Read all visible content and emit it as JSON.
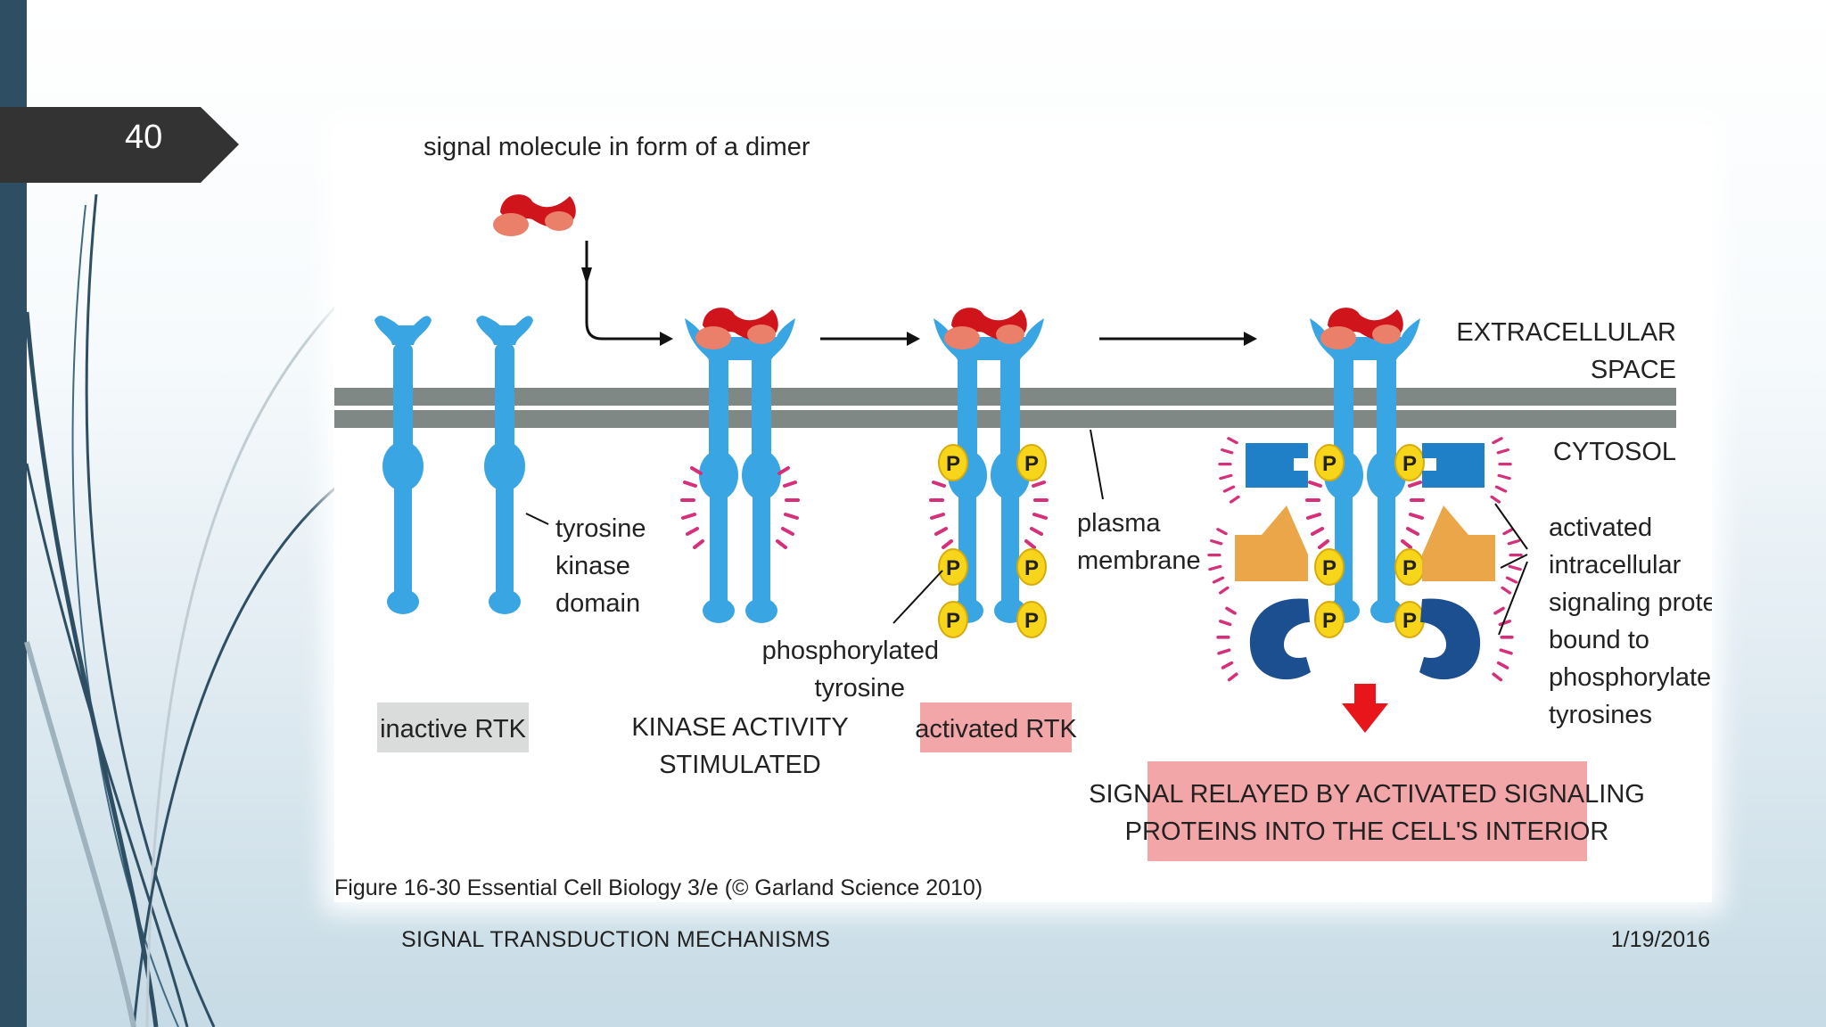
{
  "slide": {
    "number": "40",
    "footer_title": "SIGNAL TRANSDUCTION MECHANISMS",
    "footer_date": "1/19/2016"
  },
  "colors": {
    "left_bar": "#2e4f63",
    "tab": "#333333",
    "receptor": "#3aa5e3",
    "membrane": "#808885",
    "signal_dark": "#d0141b",
    "signal_light": "#ea7f6a",
    "phosphate": "#f7d51a",
    "label_gray": "#d9dcda",
    "label_pink": "#f3a6a8",
    "arrow_red": "#e8161a",
    "protein_blue": "#1f7fc7",
    "protein_orange": "#eba649",
    "protein_navy": "#1c4f8f",
    "dashes": "#d6307a"
  },
  "figure": {
    "signal_label": "signal molecule in form of a dimer",
    "extracellular_1": "EXTRACELLULAR",
    "extracellular_2": "SPACE",
    "cytosol": "CYTOSOL",
    "tyrosine_1": "tyrosine",
    "tyrosine_2": "kinase",
    "tyrosine_3": "domain",
    "plasma_1": "plasma",
    "plasma_2": "membrane",
    "phospho_1": "phosphorylated",
    "phospho_2": "tyrosine",
    "inactive_rtk": "inactive RTK",
    "kinase_1": "KINASE ACTIVITY",
    "kinase_2": "STIMULATED",
    "activated_rtk": "activated RTK",
    "proteins_1": "activated",
    "proteins_2": "intracellular",
    "proteins_3": "signaling proteins",
    "proteins_4": "bound to",
    "proteins_5": "phosphorylated",
    "proteins_6": "tyrosines",
    "relay_1": "SIGNAL RELAYED BY ACTIVATED SIGNALING",
    "relay_2": "PROTEINS INTO THE CELL'S INTERIOR",
    "p_symbol": "P",
    "caption": "Figure 16-30  Essential Cell Biology 3/e (© Garland Science 2010)"
  }
}
